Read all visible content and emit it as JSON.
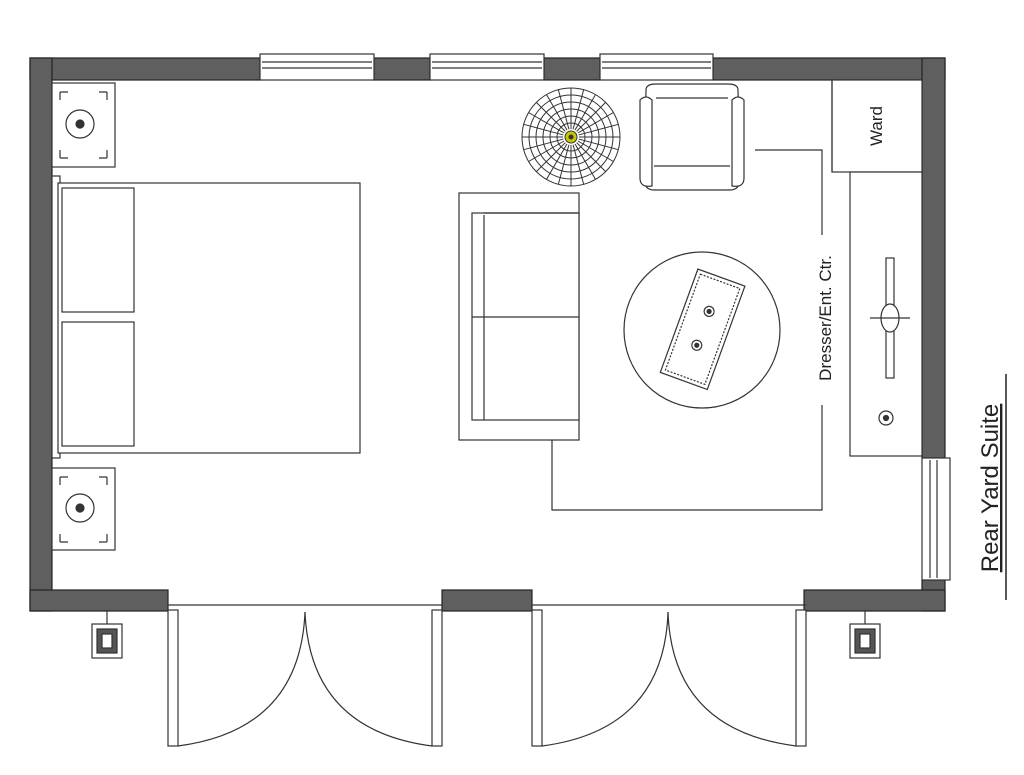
{
  "plan": {
    "title": "Rear Yard Suite",
    "labels": {
      "wardrobe": "Ward",
      "dresser": "Dresser/Ent. Ctr."
    },
    "colors": {
      "wall": "#5f5f5f",
      "line": "#333333",
      "background": "#ffffff"
    },
    "icons": {
      "plant": "potted-plant-icon",
      "lamp": "lamp-icon",
      "light": "wall-light-icon",
      "tv": "tv-icon"
    }
  }
}
